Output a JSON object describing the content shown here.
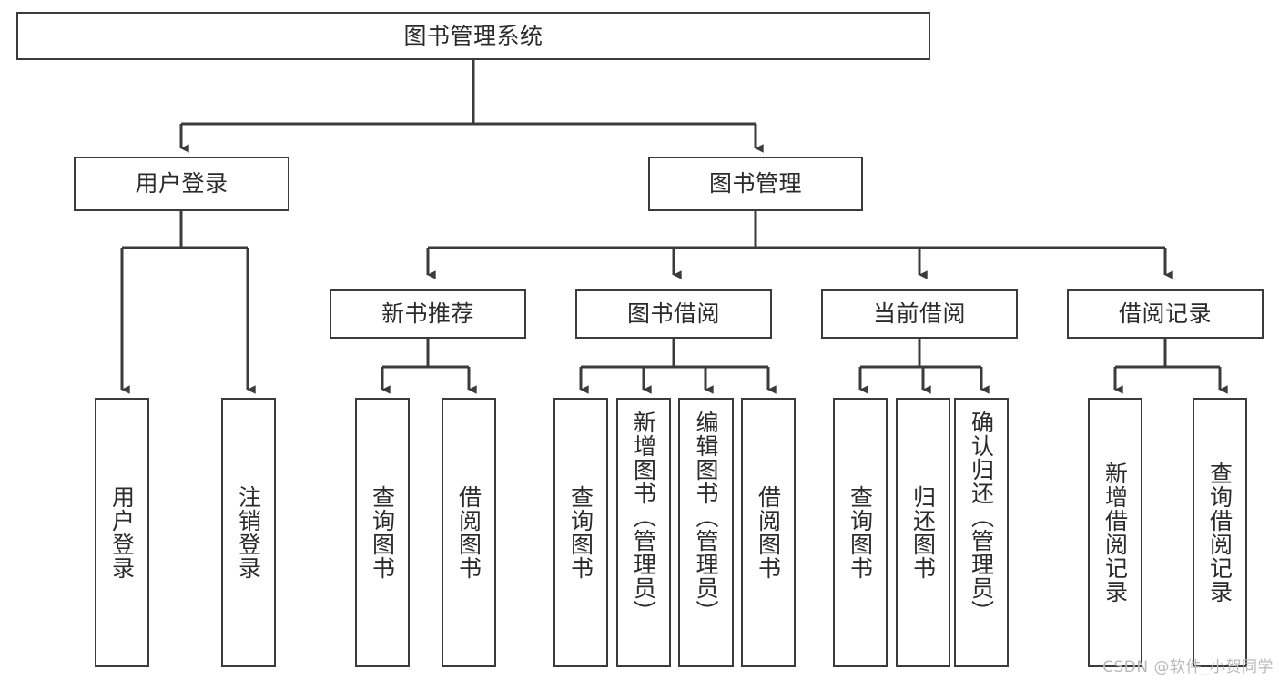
{
  "diagram": {
    "type": "tree-hierarchy",
    "title": "图书管理系统",
    "orientation": "top-down",
    "edge_style": "orthogonal-arrow",
    "colors": {
      "background": "#ffffff",
      "box_fill": "#ffffff",
      "box_border": "#3b3b3b",
      "text": "#2b2b2b",
      "watermark": "#b9b9b9"
    },
    "root": {
      "label": "图书管理系统"
    },
    "level2": [
      {
        "label": "用户登录"
      },
      {
        "label": "图书管理"
      }
    ],
    "level3": [
      {
        "label": "新书推荐"
      },
      {
        "label": "图书借阅"
      },
      {
        "label": "当前借阅"
      },
      {
        "label": "借阅记录"
      }
    ],
    "leaves": {
      "user_login": [
        {
          "label": "用户登录"
        },
        {
          "label": "注销登录"
        }
      ],
      "new_book_recommend": [
        {
          "label": "查询图书"
        },
        {
          "label": "借阅图书"
        }
      ],
      "book_borrow": [
        {
          "label": "查询图书"
        },
        {
          "label": "新增图书（管理员）"
        },
        {
          "label": "编辑图书（管理员）"
        },
        {
          "label": "借阅图书"
        }
      ],
      "current_borrow": [
        {
          "label": "查询图书"
        },
        {
          "label": "归还图书"
        },
        {
          "label": "确认归还（管理员）"
        }
      ],
      "borrow_record": [
        {
          "label": "新增借阅记录"
        },
        {
          "label": "查询借阅记录"
        }
      ]
    }
  },
  "watermark": {
    "text": "CSDN @软件_小贺同学"
  }
}
